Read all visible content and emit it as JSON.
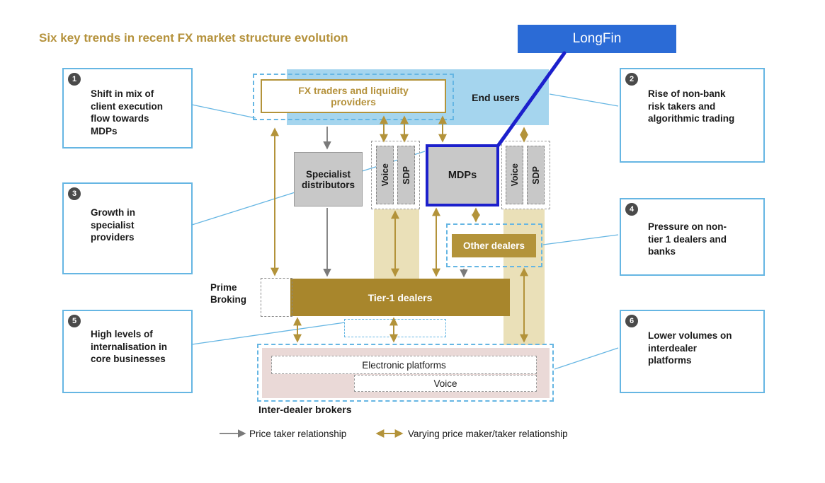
{
  "title": "Six key trends in recent FX market structure evolution",
  "highlight": {
    "label": "LongFin"
  },
  "callouts": [
    {
      "number": "1",
      "text": "Shift in mix of client execution flow towards MDPs"
    },
    {
      "number": "2",
      "text": "Rise of non-bank risk takers and algorithmic trading"
    },
    {
      "number": "3",
      "text": "Growth in specialist providers"
    },
    {
      "number": "4",
      "text": "Pressure on non-tier 1 dealers and banks"
    },
    {
      "number": "5",
      "text": "High levels of internalisation in core businesses"
    },
    {
      "number": "6",
      "text": "Lower volumes on interdealer platforms"
    }
  ],
  "nodes": {
    "fx_traders": "FX traders and liquidity providers",
    "end_users": "End users",
    "specialist_distributors": "Specialist distributors",
    "voice_left": "Voice",
    "sdp_left": "SDP",
    "mdps": "MDPs",
    "voice_right": "Voice",
    "sdp_right": "SDP",
    "other_dealers": "Other dealers",
    "prime_broking": "Prime Broking",
    "tier1_dealers": "Tier-1 dealers",
    "electronic_platforms": "Electronic platforms",
    "voice_interdealer": "Voice",
    "interdealer_brokers": "Inter-dealer brokers"
  },
  "legend": {
    "price_taker": "Price taker relationship",
    "varying": "Varying price maker/taker relationship"
  },
  "colors": {
    "title_gold": "#b5923c",
    "gold_accent": "#b3933a",
    "tier1_gold": "#a8862c",
    "beige_band": "#eae0b8",
    "light_blue_band": "#a5d5ee",
    "callout_border": "#66b6e3",
    "highlight_blue": "#1c20cc",
    "longfin_bg": "#2b6bd6",
    "box_gray": "#c8c8c8",
    "pink_panel": "#ead9d7",
    "arrow_gray": "#7a7a7a"
  }
}
